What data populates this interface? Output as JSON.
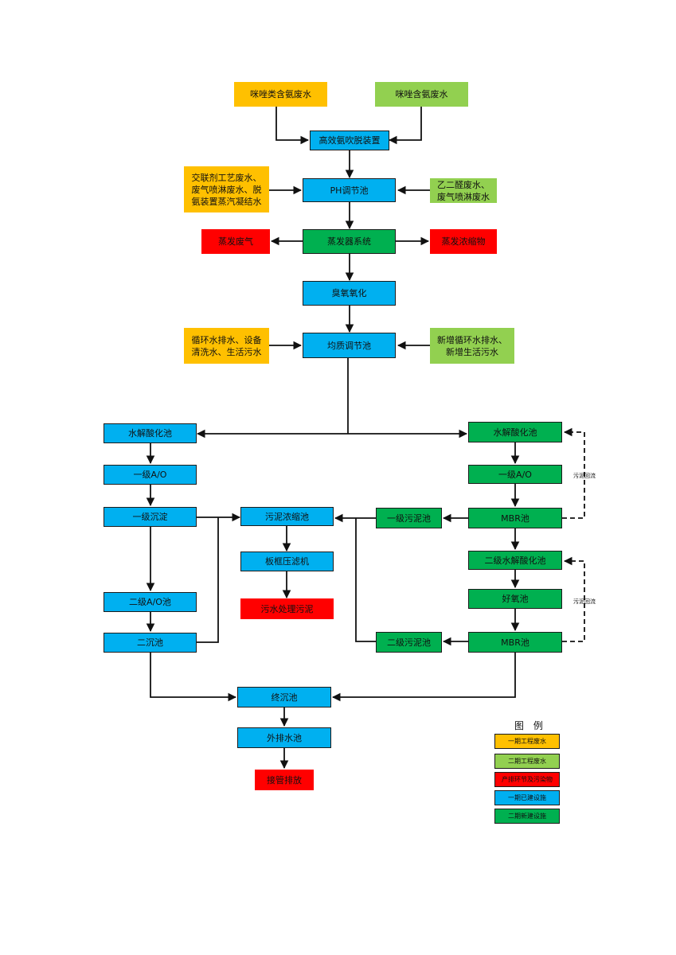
{
  "colors": {
    "phase1_wastewater": "#ffc000",
    "phase2_wastewater": "#92d050",
    "pollutants": "#ff0000",
    "phase1_built": "#00b0f0",
    "phase2_new": "#00b050"
  },
  "nodes": {
    "imidazole_ammonia": "咪唑类含氨废水",
    "imidazole_ammonia2": "咪唑含氨废水",
    "stripping": "高效氨吹脱装置",
    "crosslinker": "交联剂工艺废水、\n废气喷淋废水、脱\n氨装置蒸汽凝结水",
    "ph_tank": "PH调节池",
    "glyoxal": "乙二醛废水、\n废气喷淋废水",
    "evap_gas": "蒸发废气",
    "evaporator": "蒸发器系统",
    "evap_conc": "蒸发浓缩物",
    "ozone": "臭氧氧化",
    "circulating": "循环水排水、设备\n清洗水、生活污水",
    "equalization": "均质调节池",
    "new_circulating": "新增循环水排水、\n新增生活污水",
    "hydrolysis_l": "水解酸化池",
    "ao1_l": "一级A/O",
    "sed1_l": "一级沉淀",
    "ao2_l": "二级A/O池",
    "sed2_l": "二沉池",
    "thickener": "污泥浓缩池",
    "filter_press": "板框压滤机",
    "sludge": "污水处理污泥",
    "hydrolysis_r": "水解酸化池",
    "ao1_r": "一级A/O",
    "sludge1_r": "一级污泥池",
    "mbr1": "MBR池",
    "hydrolysis2_r": "二级水解酸化池",
    "aerobic": "好氧池",
    "sludge2_r": "二级污泥池",
    "mbr2": "MBR池",
    "final_sed": "终沉池",
    "discharge_pool": "外排水池",
    "discharge": "接管排放"
  },
  "notes": {
    "reflux1": "污泥回流",
    "reflux2": "污泥回流"
  },
  "legend": {
    "title": "图 例",
    "items": [
      {
        "label": "一期工程废水",
        "color": "#ffc000"
      },
      {
        "label": "二期工程废水",
        "color": "#92d050"
      },
      {
        "label": "产排环节及污染物",
        "color": "#ff0000"
      },
      {
        "label": "一期已建设施",
        "color": "#00b0f0"
      },
      {
        "label": "二期新建设施",
        "color": "#00b050"
      }
    ]
  }
}
